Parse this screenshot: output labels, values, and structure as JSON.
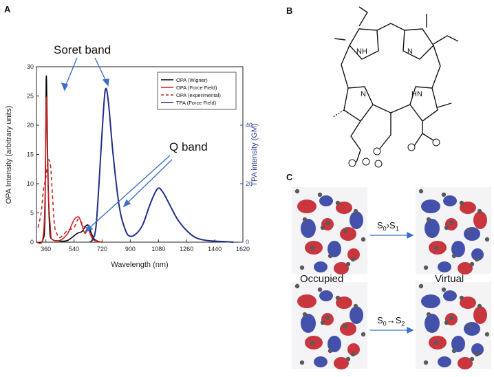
{
  "panels": {
    "a": "A",
    "b": "B",
    "c": "C"
  },
  "annotations": {
    "soret": "Soret band",
    "q": "Q band"
  },
  "chart_data": {
    "type": "line",
    "xlabel": "Wavelength (nm)",
    "ylabel_left": "OPA Intensity (arbitrary units)",
    "ylabel_right": "TPA intensity (GM)",
    "xlim": [
      300,
      1620
    ],
    "ylim_left": [
      0,
      30
    ],
    "ylim_right": [
      0,
      60
    ],
    "x_ticks": [
      "360",
      "540",
      "720",
      "900",
      "1080",
      "1260",
      "1440",
      "1620"
    ],
    "y_left_ticks": [
      "0",
      "5",
      "10",
      "15",
      "20",
      "25",
      "30"
    ],
    "y_right_ticks": [
      "0",
      "20",
      "40"
    ],
    "legend_position": "top-right",
    "series": [
      {
        "name": "OPA (Wigner)",
        "color": "#000000",
        "dash": "solid",
        "axis": "left",
        "x": [
          300,
          340,
          355,
          362,
          368,
          375,
          385,
          400,
          450,
          500,
          560,
          590,
          610,
          630,
          650,
          670,
          700,
          720
        ],
        "y": [
          0,
          0.3,
          5,
          27.8,
          21,
          10,
          2,
          0.5,
          0.2,
          0.3,
          1.5,
          1.8,
          2.6,
          2.9,
          1.6,
          0.5,
          0.1,
          0
        ]
      },
      {
        "name": "OPA (Force Field)",
        "color": "#cc1f1f",
        "dash": "solid",
        "axis": "left",
        "x": [
          300,
          340,
          355,
          362,
          368,
          375,
          390,
          400,
          450,
          500,
          540,
          570,
          590,
          610,
          630,
          660,
          700,
          720
        ],
        "y": [
          0,
          0.5,
          8,
          24.5,
          18,
          9,
          2,
          0.5,
          0.3,
          1.5,
          3.8,
          4.3,
          3,
          1.5,
          2.2,
          0.5,
          0.1,
          0
        ]
      },
      {
        "name": "OPA (experimental)",
        "color": "#cc1f1f",
        "dash": "dashed",
        "axis": "left",
        "x": [
          310,
          330,
          345,
          360,
          375,
          390,
          400,
          415,
          430,
          450,
          500,
          540,
          570,
          600,
          630,
          660,
          690,
          720
        ],
        "y": [
          2.5,
          5,
          9,
          11,
          14,
          13,
          9,
          3,
          1.5,
          0.8,
          2,
          2.5,
          4,
          2.8,
          2.2,
          0.8,
          0.2,
          0
        ]
      },
      {
        "name": "TPA (Force Field)",
        "color": "#1f2e8c",
        "dash": "solid",
        "axis": "right",
        "x": [
          640,
          660,
          680,
          700,
          720,
          740,
          760,
          790,
          830,
          870,
          900,
          940,
          980,
          1020,
          1050,
          1080,
          1110,
          1150,
          1200,
          1260,
          1320,
          1400,
          1500,
          1560
        ],
        "y": [
          0,
          1,
          5,
          20,
          38,
          52,
          48,
          30,
          12,
          4,
          2,
          3,
          6,
          12,
          16,
          18.5,
          17,
          13,
          8,
          4,
          1.5,
          0.5,
          0.2,
          0
        ]
      }
    ]
  },
  "panel_c": {
    "occupied": "Occupied",
    "virtual": "Virtual",
    "t1_from": "S",
    "t1_from_sub": "0",
    "t1_arrow": "›",
    "t1_to": "S",
    "t1_to_sub": "1",
    "t2_from": "S",
    "t2_from_sub": "0",
    "t2_arrow": "→",
    "t2_to": "S",
    "t2_to_sub": "2"
  }
}
